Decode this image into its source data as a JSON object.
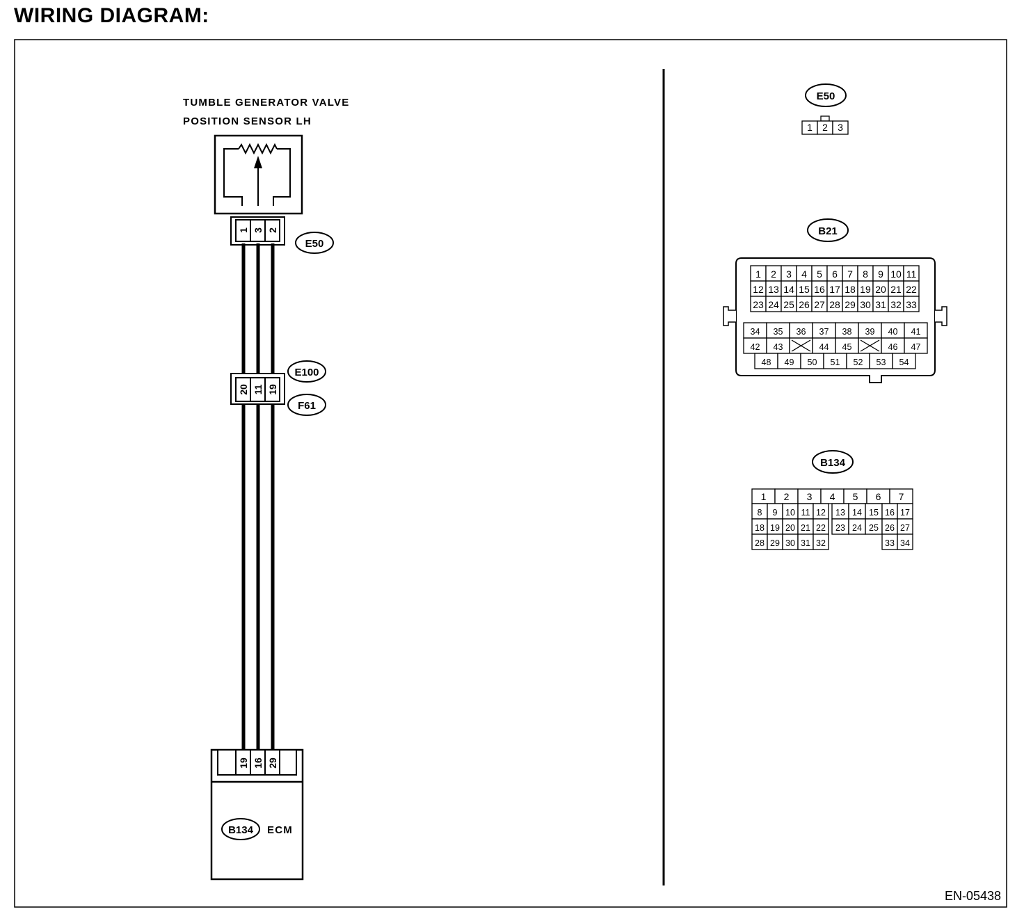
{
  "page": {
    "title": "WIRING DIAGRAM:",
    "figure_code": "EN-05438"
  },
  "sensor": {
    "name_line1": "TUMBLE GENERATOR VALVE",
    "name_line2": "POSITION SENSOR LH",
    "connector": "E50",
    "pins": [
      "1",
      "3",
      "2"
    ]
  },
  "joint": {
    "connector_top": "E100",
    "connector_bottom": "F61",
    "pins": [
      "20",
      "11",
      "19"
    ]
  },
  "ecm": {
    "name": "ECM",
    "connector": "B134",
    "pins": [
      "19",
      "16",
      "29"
    ]
  },
  "connector_views": {
    "e50": {
      "label": "E50",
      "pins": [
        "1",
        "2",
        "3"
      ]
    },
    "b21": {
      "label": "B21",
      "upper_rows": [
        [
          "1",
          "2",
          "3",
          "4",
          "5",
          "6",
          "7",
          "8",
          "9",
          "10",
          "11"
        ],
        [
          "12",
          "13",
          "14",
          "15",
          "16",
          "17",
          "18",
          "19",
          "20",
          "21",
          "22"
        ],
        [
          "23",
          "24",
          "25",
          "26",
          "27",
          "28",
          "29",
          "30",
          "31",
          "32",
          "33"
        ]
      ],
      "lower_row1": [
        "34",
        "35",
        "36",
        "37",
        "38",
        "39",
        "40",
        "41"
      ],
      "lower_row2": [
        "42",
        "43",
        "",
        "44",
        "45",
        "",
        "46",
        "47"
      ],
      "lower_row3": [
        "48",
        "49",
        "50",
        "51",
        "52",
        "53",
        "54"
      ]
    },
    "b134": {
      "label": "B134",
      "row1": [
        "1",
        "2",
        "3",
        "4",
        "5",
        "6",
        "7"
      ],
      "row2_left": [
        "8",
        "9",
        "10",
        "11",
        "12"
      ],
      "row2_mid": [
        "13",
        "14",
        "15"
      ],
      "row2_right": [
        "16",
        "17"
      ],
      "row3_left": [
        "18",
        "19",
        "20",
        "21",
        "22"
      ],
      "row3_mid": [
        "23",
        "24",
        "25"
      ],
      "row3_right": [
        "26",
        "27"
      ],
      "row4_left": [
        "28",
        "29",
        "30",
        "31",
        "32"
      ],
      "row4_right": [
        "33",
        "34"
      ]
    }
  }
}
